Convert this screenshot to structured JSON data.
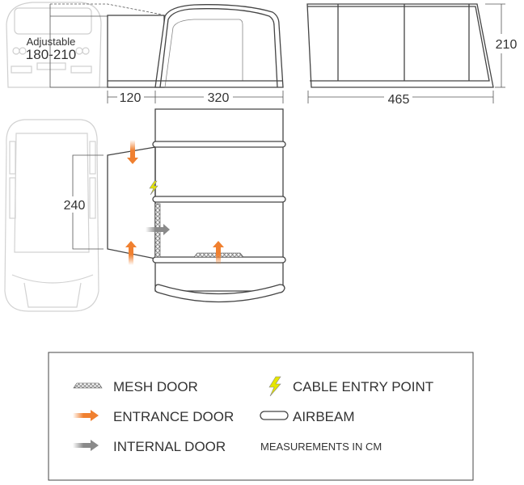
{
  "dimensions": {
    "height_adjustable_label": "Adjustable",
    "height_adjustable_value": "180-210",
    "awning_depth": "120",
    "tent_depth": "320",
    "total_length": "465",
    "tent_height": "210",
    "awning_width": "240"
  },
  "legend": {
    "mesh_door": "MESH DOOR",
    "entrance_door": "ENTRANCE DOOR",
    "internal_door": "INTERNAL DOOR",
    "cable_entry": "CABLE ENTRY POINT",
    "airbeam": "AIRBEAM",
    "units_note": "MEASUREMENTS IN CM"
  },
  "colors": {
    "entrance": "#f08030",
    "internal": "#8a8a8a",
    "cable": "#e6e600",
    "line": "#444444",
    "van": "#cfcfcf"
  }
}
